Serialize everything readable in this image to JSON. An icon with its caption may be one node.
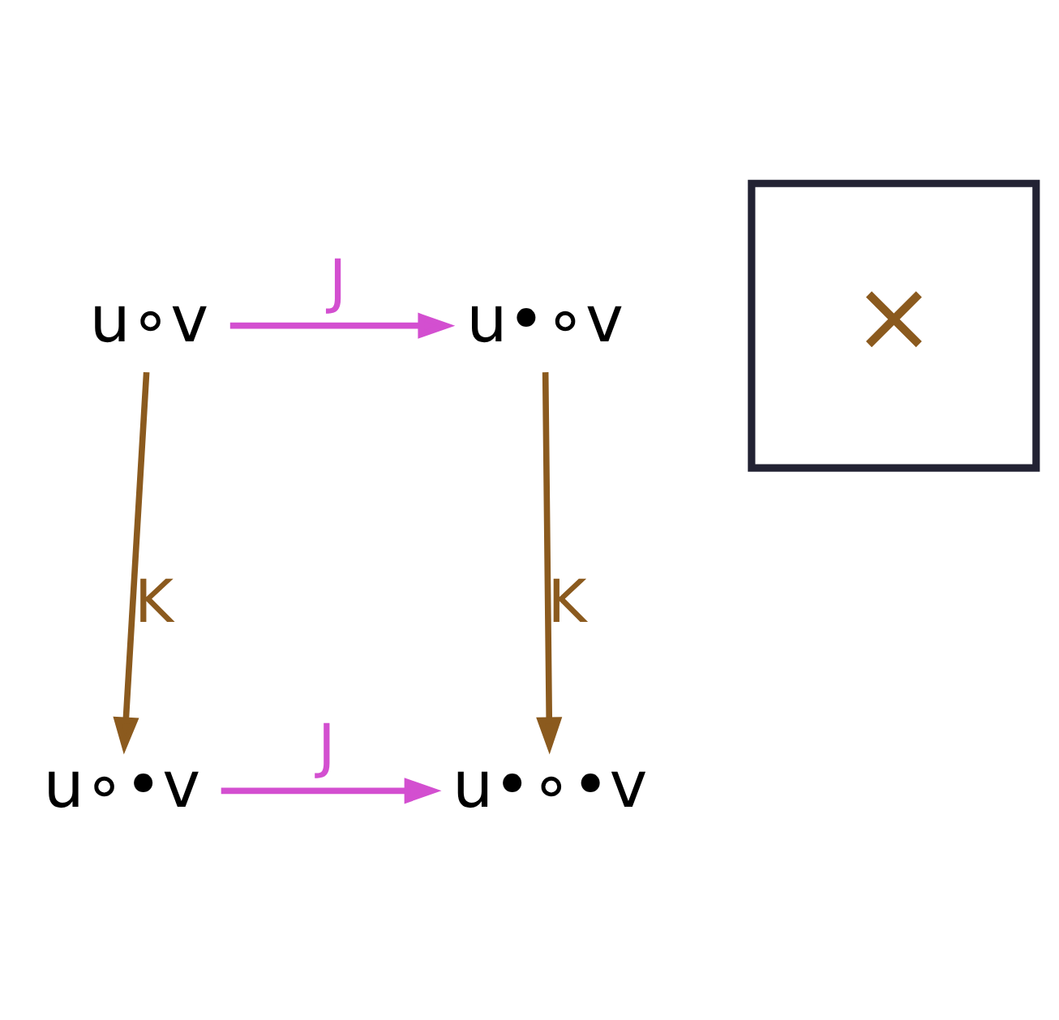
{
  "diagram": {
    "nodes": [
      {
        "text": [
          "u∘v"
        ]
      },
      {
        "text": [
          "u•∘v"
        ]
      },
      {
        "text": [
          "×"
        ]
      },
      {
        "text": [
          "u∘•v"
        ]
      },
      {
        "text": [
          "u•∘•v"
        ]
      }
    ],
    "edges": [
      {
        "from": 0,
        "to": 1,
        "arrow": "to",
        "label": "J",
        "color": "#d34fd0"
      },
      {
        "from": 0,
        "to": 3,
        "arrow": "to",
        "label": "K",
        "color": "#8b5a1e"
      },
      {
        "from": 1,
        "to": 4,
        "arrow": "to",
        "label": "K",
        "color": "#8b5a1e"
      },
      {
        "from": 3,
        "to": 4,
        "arrow": "to",
        "label": "J",
        "color": "#d34fd0"
      }
    ]
  }
}
